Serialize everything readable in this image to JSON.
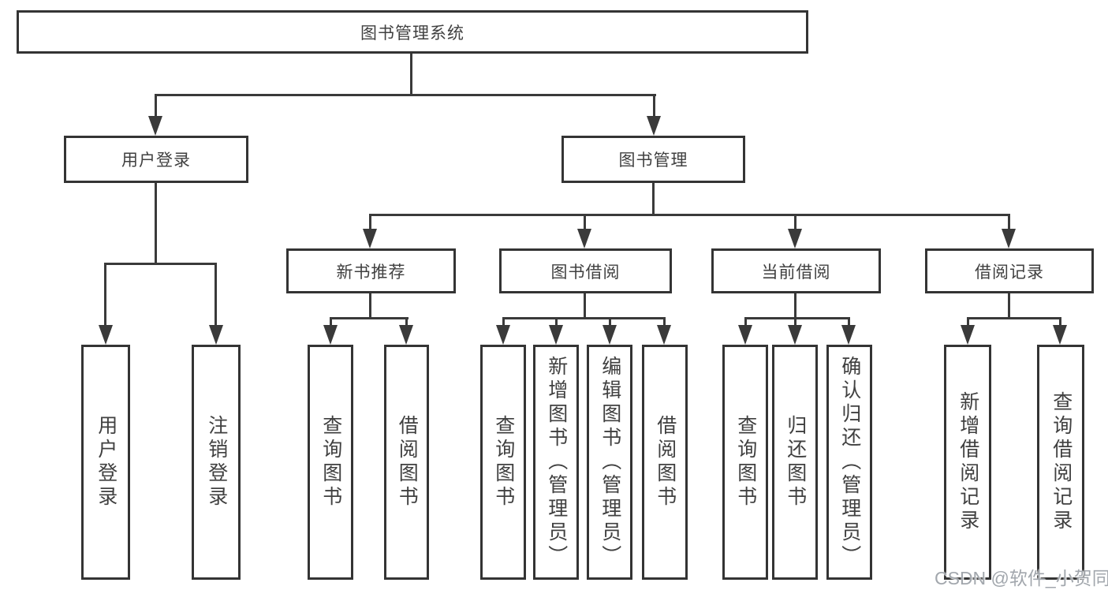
{
  "diagram": {
    "title": "图书管理系统",
    "root": {
      "label": "图书管理系统"
    },
    "level2": [
      {
        "label": "用户登录"
      },
      {
        "label": "图书管理"
      }
    ],
    "level3": [
      {
        "label": "新书推荐"
      },
      {
        "label": "图书借阅"
      },
      {
        "label": "当前借阅"
      },
      {
        "label": "借阅记录"
      }
    ],
    "leaves": [
      {
        "label": "用户登录",
        "parent": "用户登录"
      },
      {
        "label": "注销登录",
        "parent": "用户登录"
      },
      {
        "label": "查询图书",
        "parent": "新书推荐"
      },
      {
        "label": "借阅图书",
        "parent": "新书推荐"
      },
      {
        "label": "查询图书",
        "parent": "图书借阅"
      },
      {
        "label": "新增图书（管理员）",
        "parent": "图书借阅"
      },
      {
        "label": "编辑图书（管理员）",
        "parent": "图书借阅"
      },
      {
        "label": "借阅图书",
        "parent": "图书借阅"
      },
      {
        "label": "查询图书",
        "parent": "当前借阅"
      },
      {
        "label": "归还图书",
        "parent": "当前借阅"
      },
      {
        "label": "确认归还（管理员）",
        "parent": "当前借阅"
      },
      {
        "label": "新增借阅记录",
        "parent": "借阅记录"
      },
      {
        "label": "查询借阅记录",
        "parent": "借阅记录"
      }
    ],
    "colors": {
      "line": "#3a3a3a",
      "box_border": "#343434",
      "text": "#404040",
      "background": "#ffffff",
      "watermark": "#a2a7ad"
    }
  },
  "watermark": {
    "text": "CSDN @软件_小贺同学"
  }
}
